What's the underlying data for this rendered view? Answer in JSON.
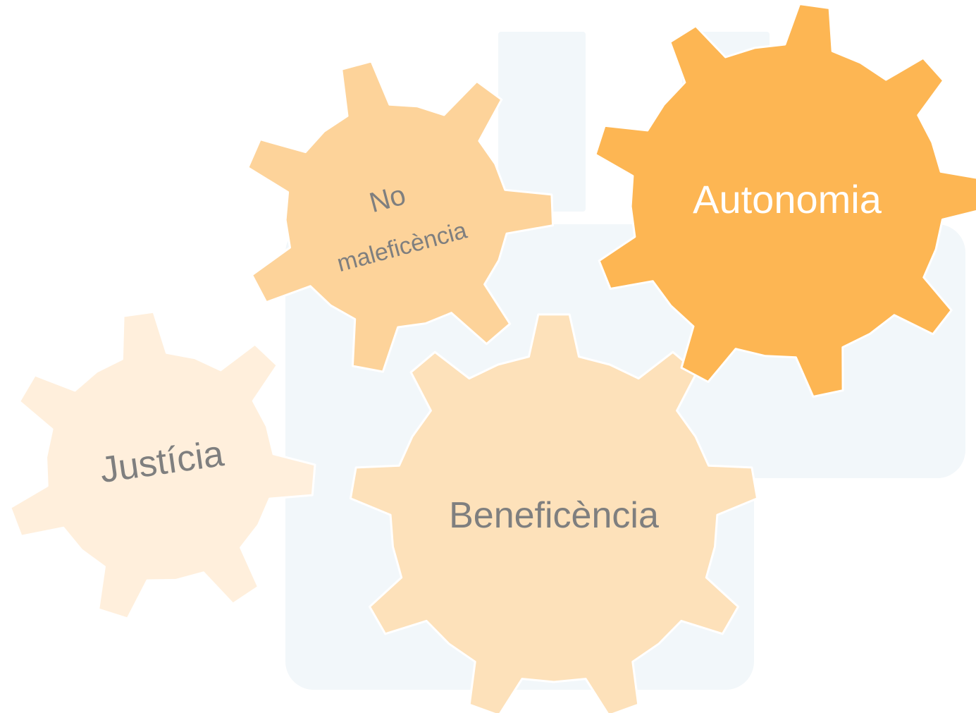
{
  "diagram": {
    "gears": [
      {
        "id": "justicia",
        "label": "Justícia",
        "lines": [
          "Justícia"
        ],
        "fill": "#FFEFDC",
        "text_color": "#7f7f7f"
      },
      {
        "id": "no-maleficencia",
        "label": "No maleficència",
        "lines": [
          "No",
          "maleficència"
        ],
        "fill": "#FDD39A",
        "text_color": "#7f7f7f"
      },
      {
        "id": "beneficencia",
        "label": "Beneficència",
        "lines": [
          "Beneficència"
        ],
        "fill": "#FDE1BA",
        "text_color": "#7f7f7f"
      },
      {
        "id": "autonomia",
        "label": "Autonomia",
        "lines": [
          "Autonomia"
        ],
        "fill": "#FDB653",
        "text_color": "#ffffff"
      }
    ],
    "background_color": "#F2F7FA"
  }
}
